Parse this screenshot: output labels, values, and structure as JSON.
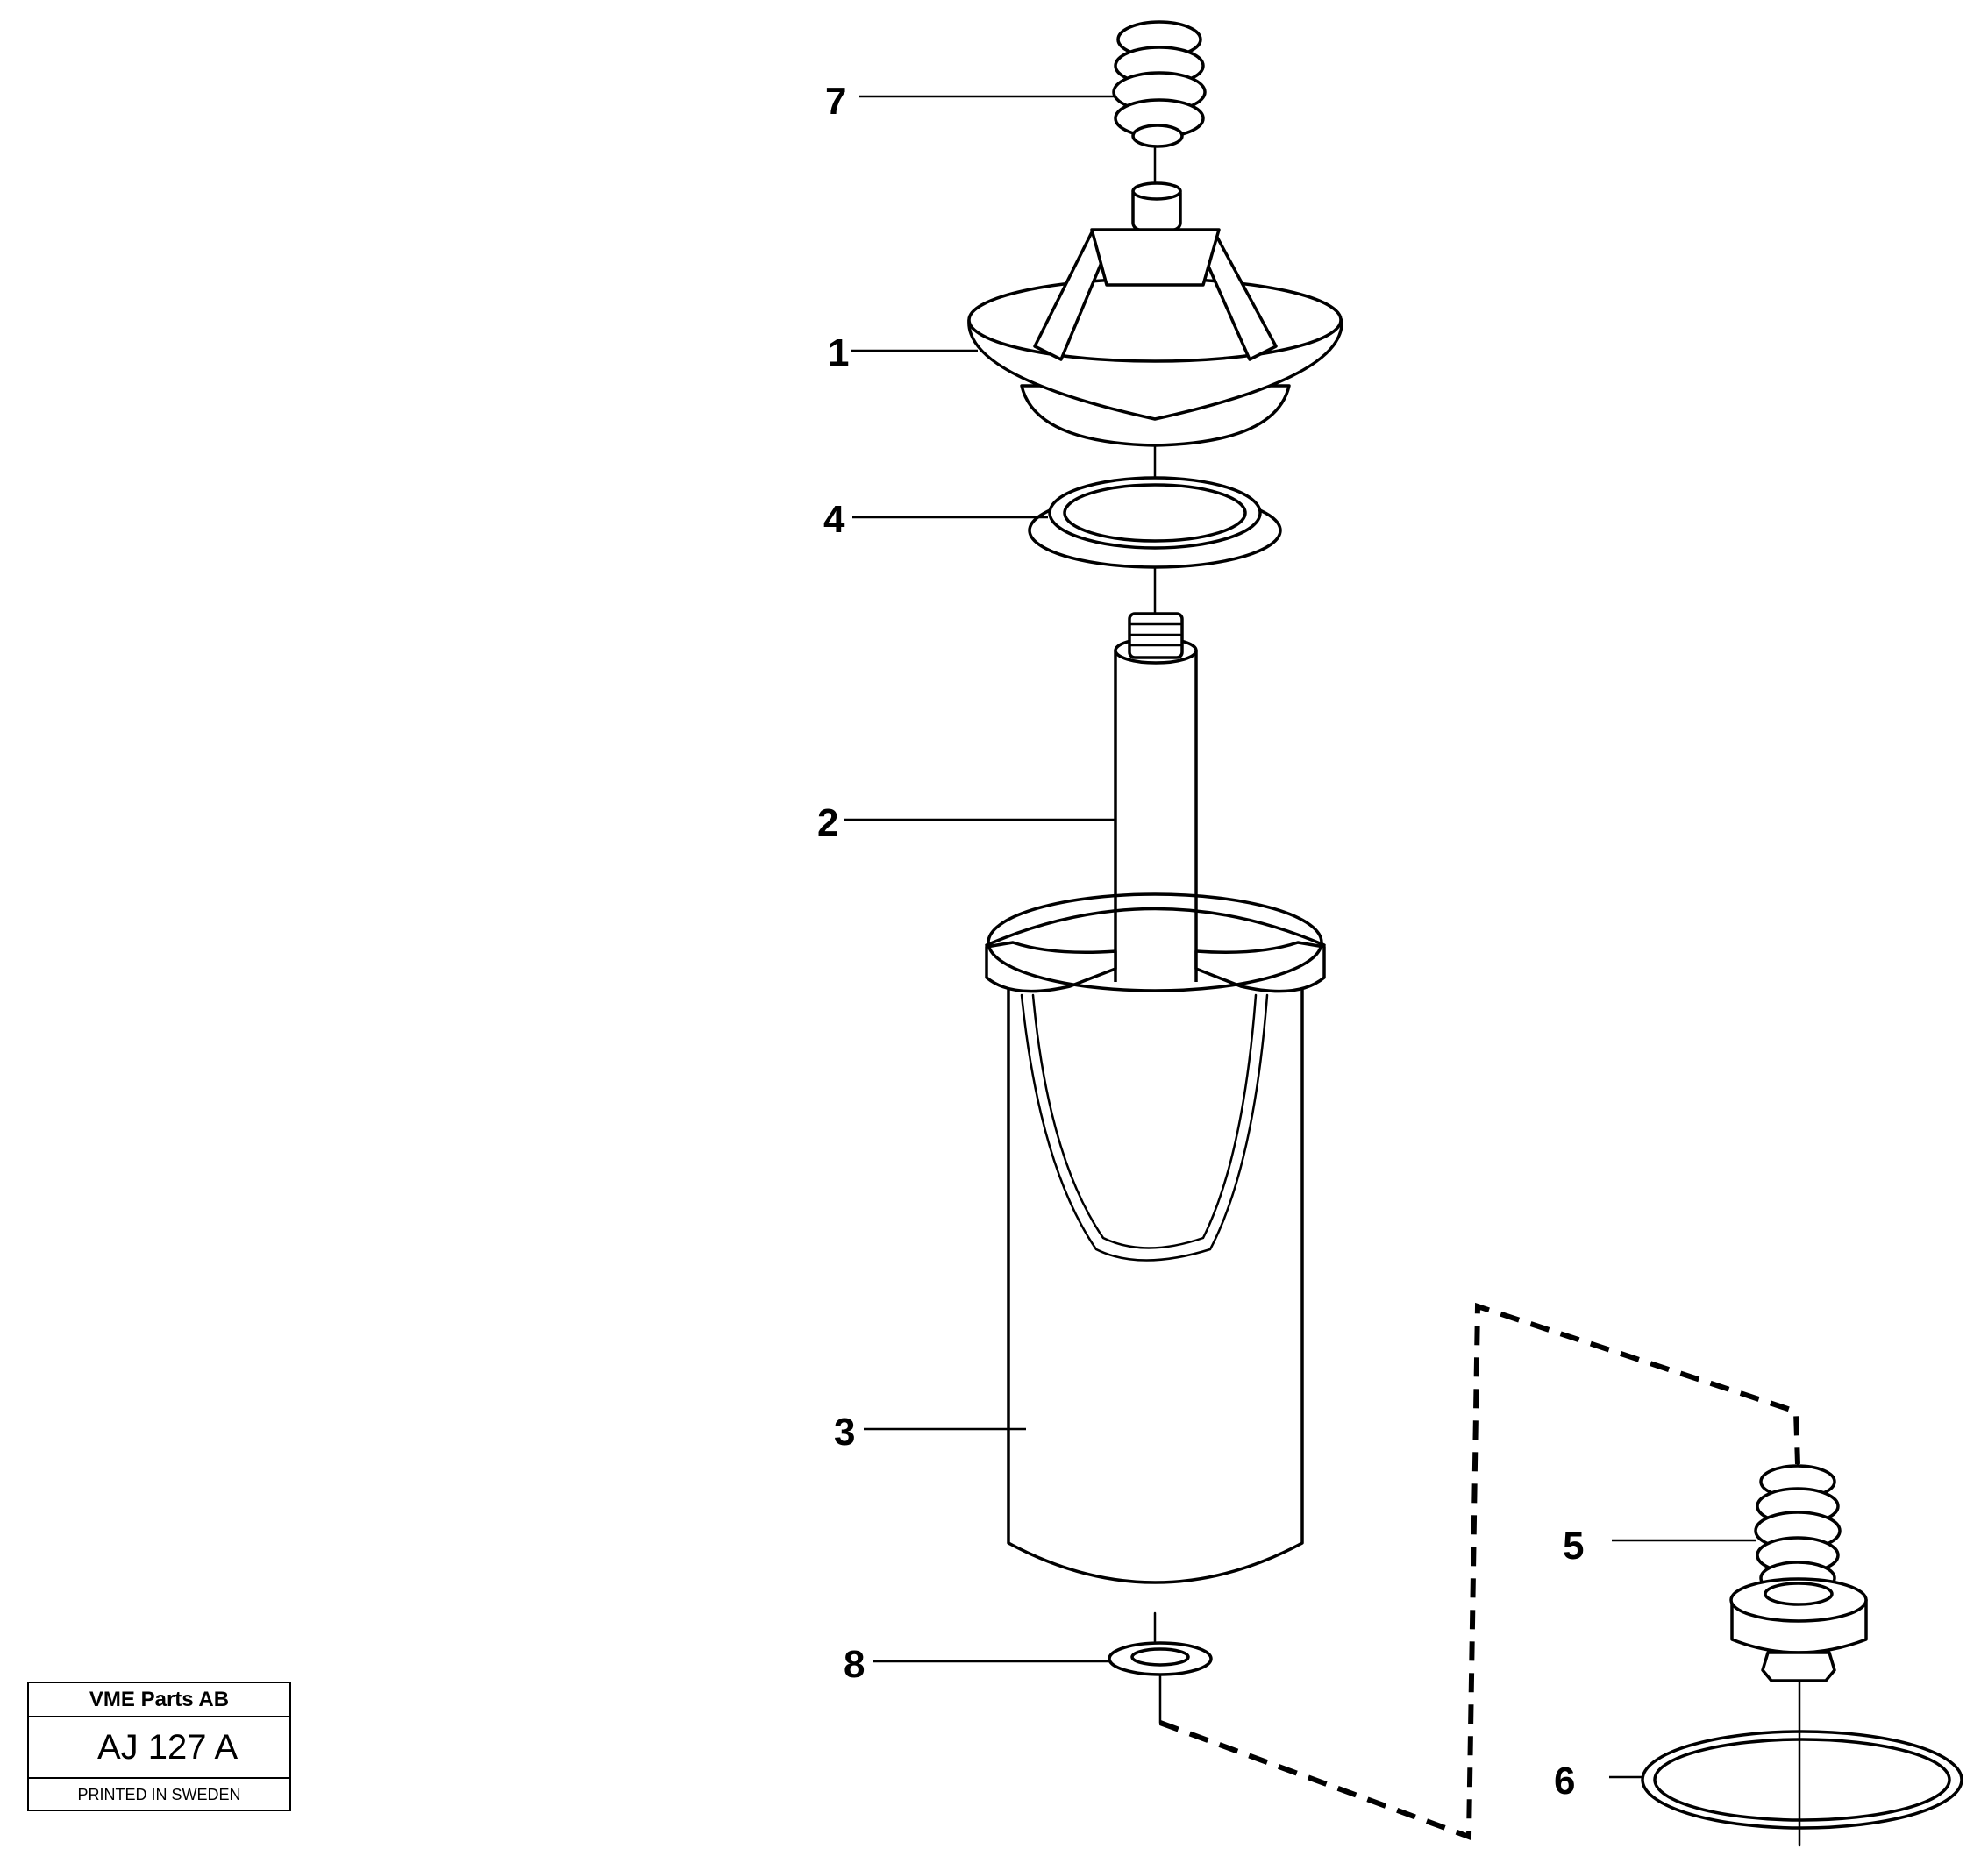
{
  "callouts": [
    "1",
    "2",
    "3",
    "4",
    "5",
    "6",
    "7",
    "8"
  ],
  "title_block": {
    "company": "VME Parts AB",
    "reference": "AJ 127 A",
    "printed": "PRINTED IN SWEDEN"
  }
}
